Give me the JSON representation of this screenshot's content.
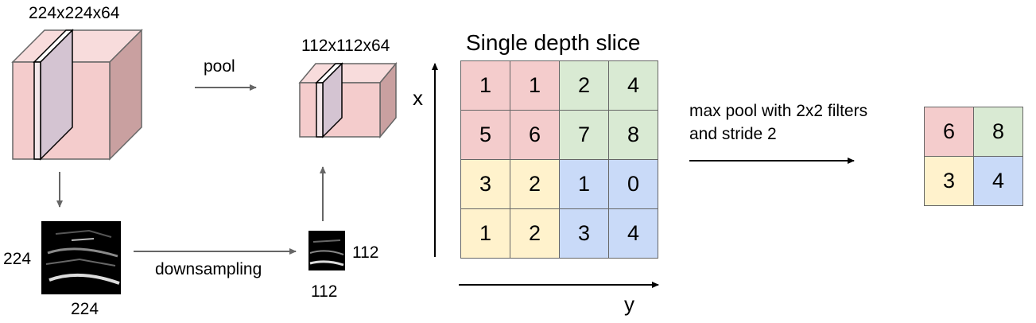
{
  "labels": {
    "input_dims": "224x224x64",
    "pooled_dims": "112x112x64",
    "pool": "pool",
    "downsampling": "downsampling",
    "input_side": "224",
    "input_bottom": "224",
    "output_side": "112",
    "output_bottom": "112",
    "slice_title": "Single depth slice",
    "axis_x": "x",
    "axis_y": "y",
    "op_line1": "max pool with 2x2 filters",
    "op_line2": "and stride 2"
  },
  "colors": {
    "red": "#f4cccc",
    "green": "#d9ead3",
    "yellow": "#fff2cc",
    "blue": "#c9daf8",
    "cube_front": "#f4cccc",
    "cube_top": "#f8dcdc",
    "cube_side": "#c9a0a0",
    "arrow": "#666666"
  },
  "input_grid": [
    [
      "1",
      "1",
      "2",
      "4"
    ],
    [
      "5",
      "6",
      "7",
      "8"
    ],
    [
      "3",
      "2",
      "1",
      "0"
    ],
    [
      "1",
      "2",
      "3",
      "4"
    ]
  ],
  "input_grid_colors": [
    [
      "red",
      "red",
      "green",
      "green"
    ],
    [
      "red",
      "red",
      "green",
      "green"
    ],
    [
      "yellow",
      "yellow",
      "blue",
      "blue"
    ],
    [
      "yellow",
      "yellow",
      "blue",
      "blue"
    ]
  ],
  "output_grid": [
    [
      "6",
      "8"
    ],
    [
      "3",
      "4"
    ]
  ],
  "output_grid_colors": [
    [
      "red",
      "green"
    ],
    [
      "yellow",
      "blue"
    ]
  ]
}
